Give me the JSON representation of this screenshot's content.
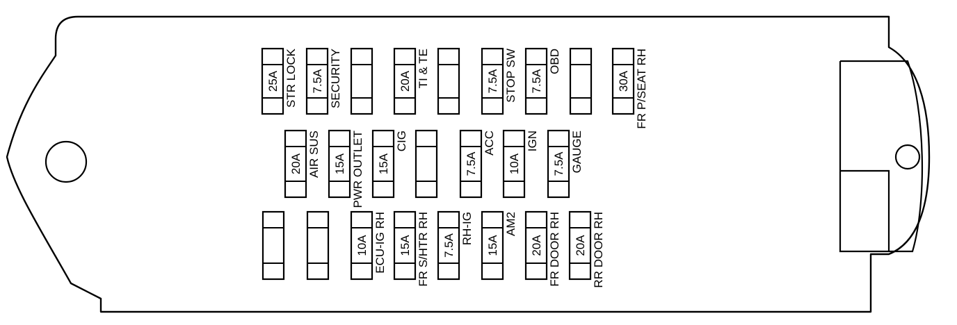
{
  "fuse_box": {
    "rows": [
      [
        {
          "id": "r1c1",
          "rating": "25A",
          "label": "STR LOCK"
        },
        {
          "id": "r1c2",
          "rating": "7.5A",
          "label": "SECURITY"
        },
        {
          "id": "r1c3",
          "rating": "",
          "label": ""
        },
        {
          "id": "r1c4",
          "rating": "20A",
          "label": "TI & TE"
        },
        {
          "id": "r1c5",
          "rating": "",
          "label": ""
        },
        {
          "id": "r1c6",
          "rating": "7.5A",
          "label": "STOP SW"
        },
        {
          "id": "r1c7",
          "rating": "7.5A",
          "label": "OBD"
        },
        {
          "id": "r1c8",
          "rating": "",
          "label": ""
        },
        {
          "id": "r1c9",
          "rating": "30A",
          "label": "FR P/SEAT RH"
        }
      ],
      [
        {
          "id": "r2c1",
          "rating": "20A",
          "label": "AIR SUS"
        },
        {
          "id": "r2c2",
          "rating": "15A",
          "label": "PWR OUTLET"
        },
        {
          "id": "r2c3",
          "rating": "15A",
          "label": "CIG"
        },
        {
          "id": "r2c4",
          "rating": "",
          "label": ""
        },
        {
          "id": "r2c5",
          "rating": "7.5A",
          "label": "ACC"
        },
        {
          "id": "r2c6",
          "rating": "10A",
          "label": "IGN"
        },
        {
          "id": "r2c7",
          "rating": "7.5A",
          "label": "GAUGE"
        }
      ],
      [
        {
          "id": "r3c1",
          "rating": "",
          "label": ""
        },
        {
          "id": "r3c2",
          "rating": "",
          "label": ""
        },
        {
          "id": "r3c3",
          "rating": "10A",
          "label": "ECU-IG RH"
        },
        {
          "id": "r3c4",
          "rating": "15A",
          "label": "FR S/HTR RH"
        },
        {
          "id": "r3c5",
          "rating": "7.5A",
          "label": "RH-IG"
        },
        {
          "id": "r3c6",
          "rating": "15A",
          "label": "AM2"
        },
        {
          "id": "r3c7",
          "rating": "20A",
          "label": "FR DOOR RH"
        },
        {
          "id": "r3c8",
          "rating": "20A",
          "label": "RR DOOR RH"
        }
      ]
    ]
  },
  "colors": {
    "line": "#000000",
    "fill": "#ffffff"
  }
}
